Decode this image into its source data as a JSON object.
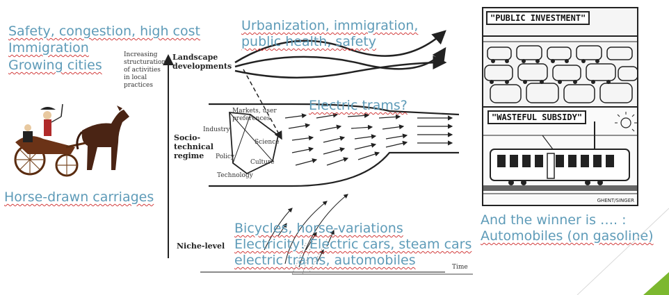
{
  "left_notes": {
    "line1": "Safety, congestion, high cost",
    "line2": "Immigration",
    "line3": "Growing cities",
    "carriage_label": "Horse-drawn carriages"
  },
  "top_note": {
    "line1": "Urbanization, immigration,",
    "line2": "public health, safety"
  },
  "tram_question": "Electric trams?",
  "niche_note": {
    "line1": "Bicycles, horse-variations",
    "line2": "Electricity! Electric cars, steam cars",
    "line3": "electric trams, automobiles"
  },
  "winner": {
    "line1": "And the winner is …. :",
    "line2": "Automobiles (on gasoline)"
  },
  "diagram": {
    "landscape_label_1": "Landscape",
    "landscape_label_2": "developments",
    "regime_label_1": "Socio-",
    "regime_label_2": "technical",
    "regime_label_3": "regime",
    "niche_label": "Niche-level",
    "axis_desc_1": "Increasing",
    "axis_desc_2": "structuration",
    "axis_desc_3": "of activities",
    "axis_desc_4": "in local",
    "axis_desc_5": "practices",
    "dim_markets_1": "Markets, user",
    "dim_markets_2": "preferences",
    "dim_industry": "Industry",
    "dim_science": "Science",
    "dim_policy": "Policy",
    "dim_culture": "Culture",
    "dim_technology": "Technology",
    "time_label": "Time"
  },
  "cartoon": {
    "top_caption": "\"PUBLIC INVESTMENT\"",
    "bottom_caption": "\"WASTEFUL SUBSIDY\"",
    "signature": "GHENT/SINGER"
  },
  "colors": {
    "accent_text": "#5e9bb8",
    "corner_accent": "#7cb82f"
  }
}
